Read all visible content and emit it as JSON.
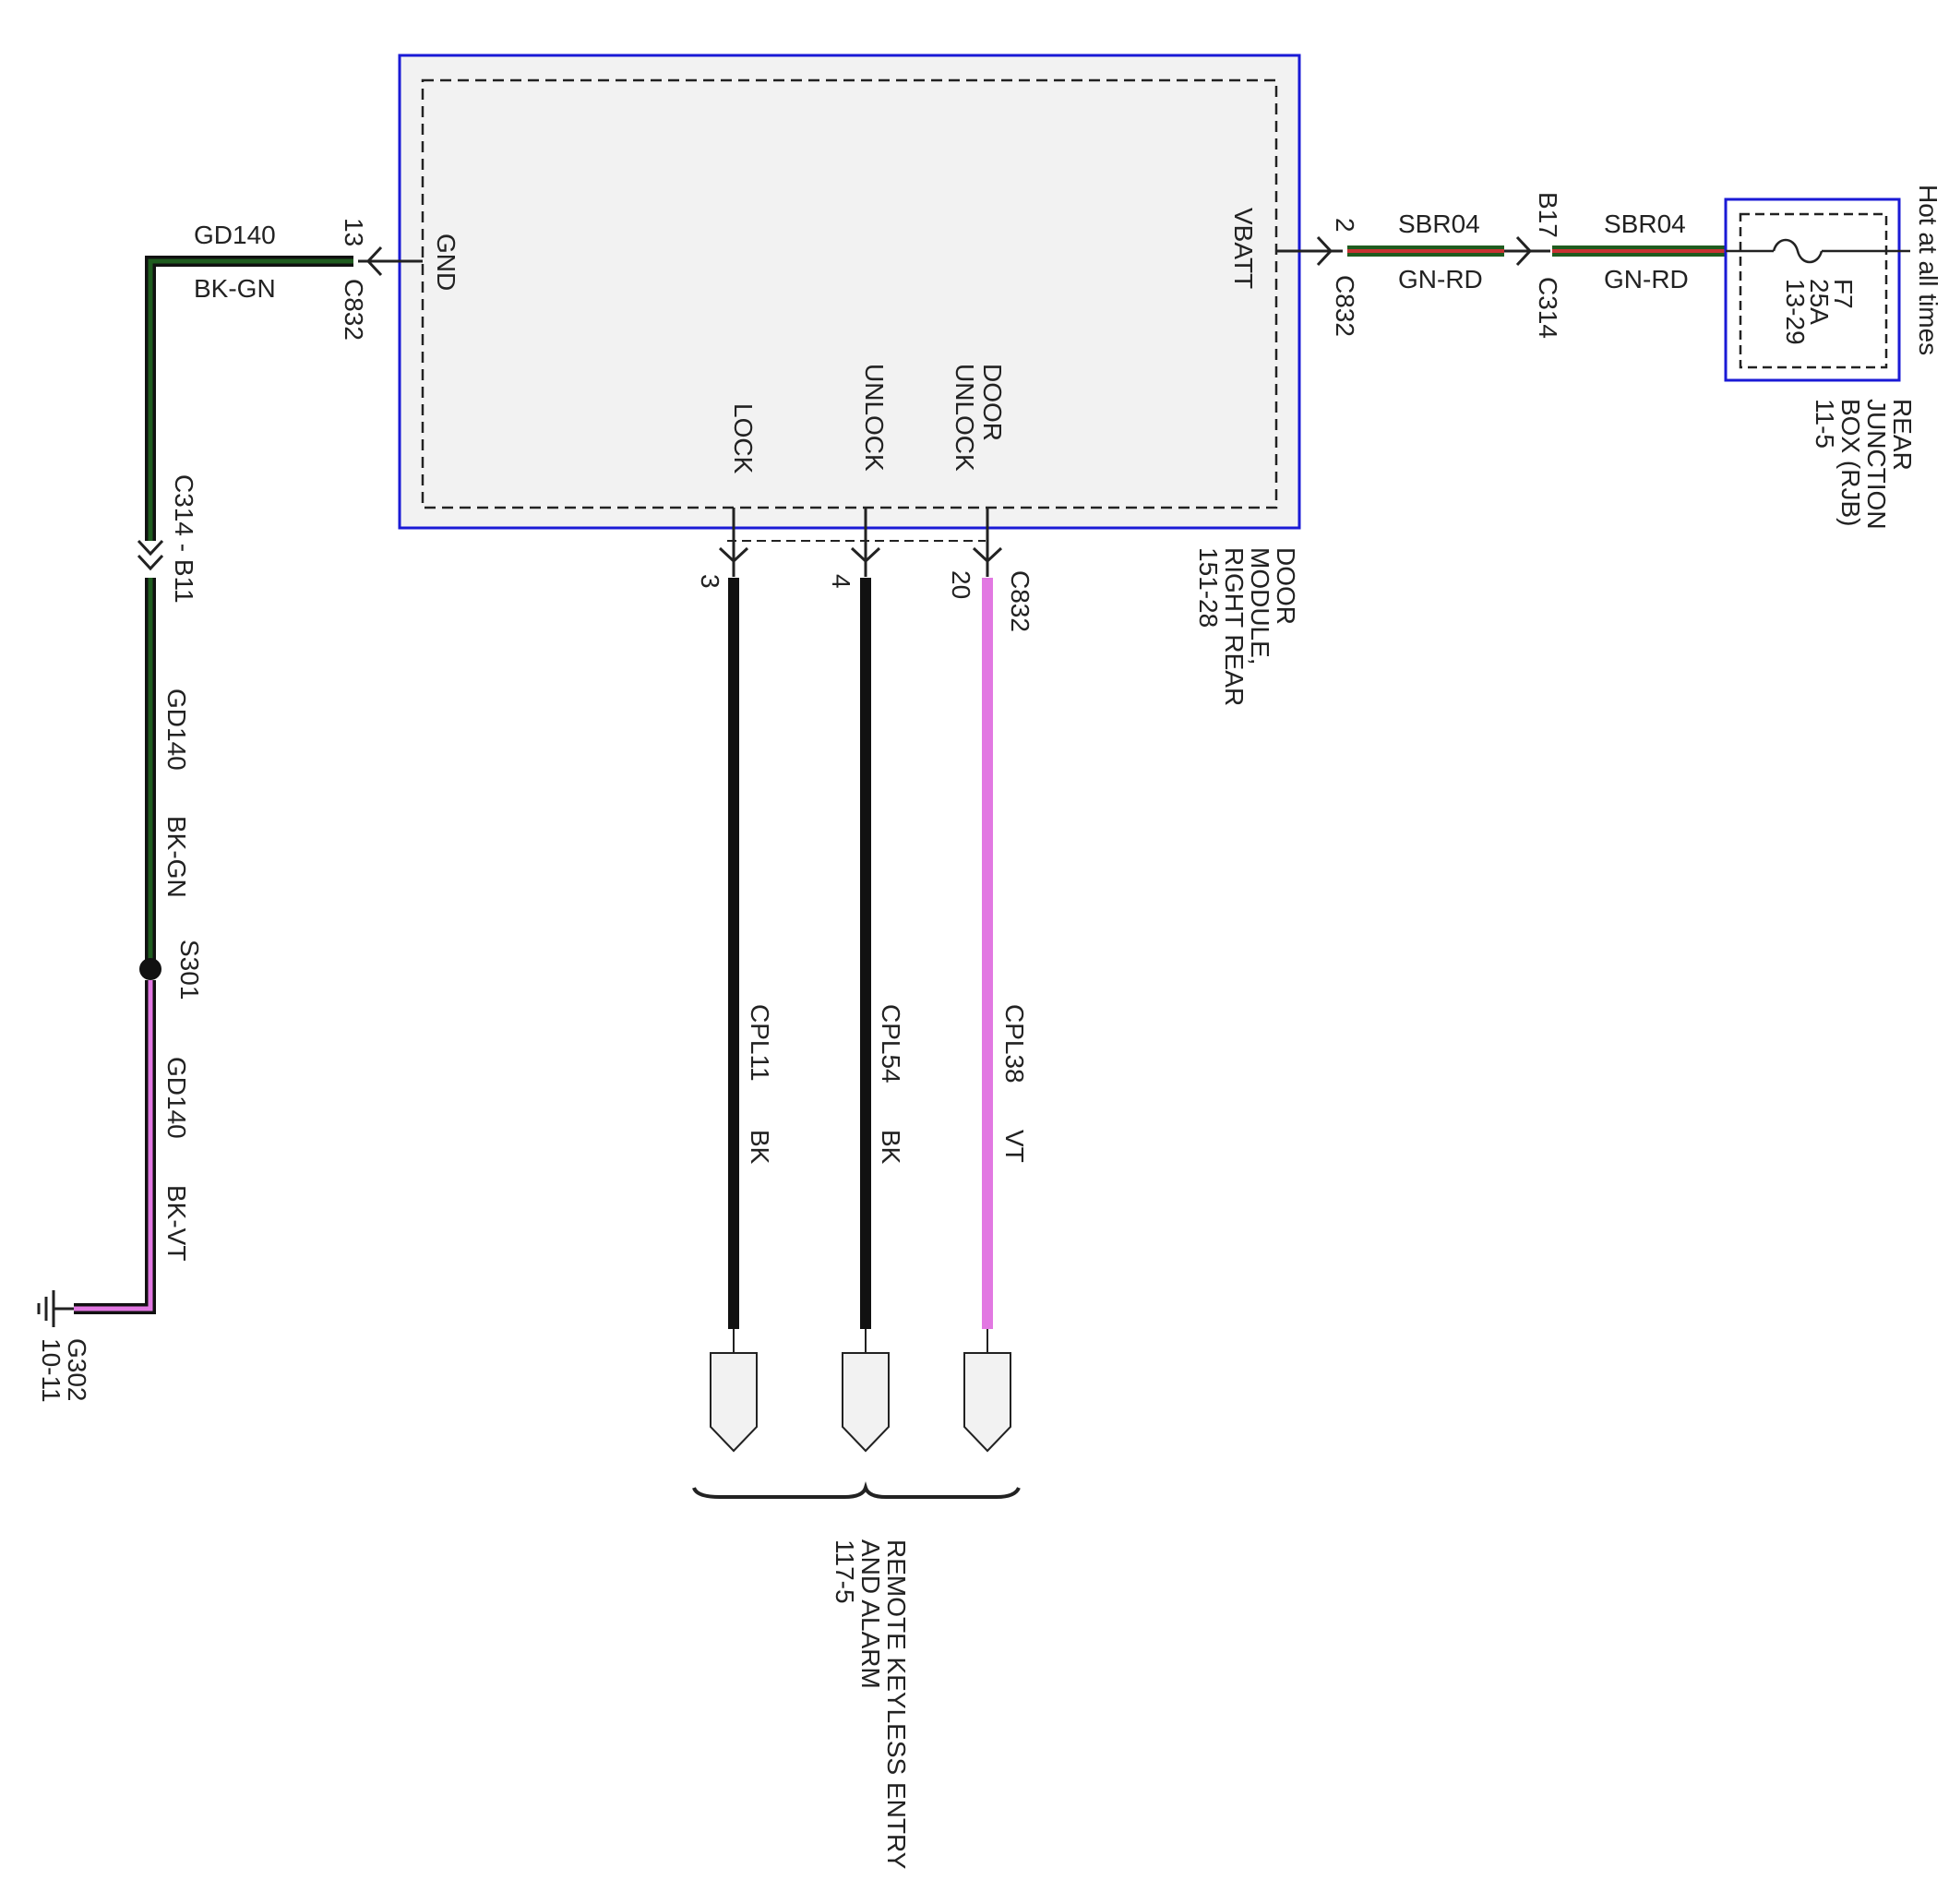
{
  "colors": {
    "module_border": "#1a1ad6",
    "module_fill": "#f2f2f2",
    "wire_green": "#1f5c1f",
    "wire_red": "#c83232",
    "wire_black": "#111111",
    "wire_violet": "#e278e2"
  },
  "door_module": {
    "name_line1": "DOOR",
    "name_line2": "MODULE,",
    "name_line3": "RIGHT REAR",
    "ref": "151-28",
    "pin_gnd": "GND",
    "pin_vbatt": "VBATT",
    "pin_lock": "LOCK",
    "pin_unlock": "UNLOCK",
    "pin_door_unlock_1": "DOOR",
    "pin_door_unlock_2": "UNLOCK"
  },
  "gnd_circuit": {
    "connector": "C832",
    "pin": "13",
    "wire1_circuit": "GD140",
    "wire1_color": "BK-GN",
    "inline_connector": "C314 - B11",
    "wire2_circuit": "GD140",
    "wire2_color": "BK-GN",
    "splice": "S301",
    "wire3_circuit": "GD140",
    "wire3_color": "BK-VT",
    "ground": "G302",
    "ground_ref": "10-11"
  },
  "power_circuit": {
    "module_connector": "C832",
    "module_pin": "2",
    "wire1_circuit": "SBR04",
    "wire1_color": "GN-RD",
    "inline_pin": "B17",
    "inline_connector": "C314",
    "wire2_circuit": "SBR04",
    "wire2_color": "GN-RD",
    "fuse_name": "F7",
    "fuse_rating": "25A",
    "fuse_ref": "13-29",
    "hot_label": "Hot at all times",
    "rjb_line1": "REAR",
    "rjb_line2": "JUNCTION",
    "rjb_line3": "BOX (RJB)",
    "rjb_ref": "11-5"
  },
  "bottom_wires": {
    "connector": "C832",
    "lock_pin": "3",
    "lock_circuit": "CPL11",
    "lock_color": "BK",
    "unlock_pin": "4",
    "unlock_circuit": "CPL54",
    "unlock_color": "BK",
    "door_unlock_pin": "20",
    "door_unlock_circuit": "CPL38",
    "door_unlock_color": "VT",
    "destination_line1": "REMOTE KEYLESS ENTRY",
    "destination_line2": "AND ALARM",
    "destination_ref": "117-5"
  }
}
